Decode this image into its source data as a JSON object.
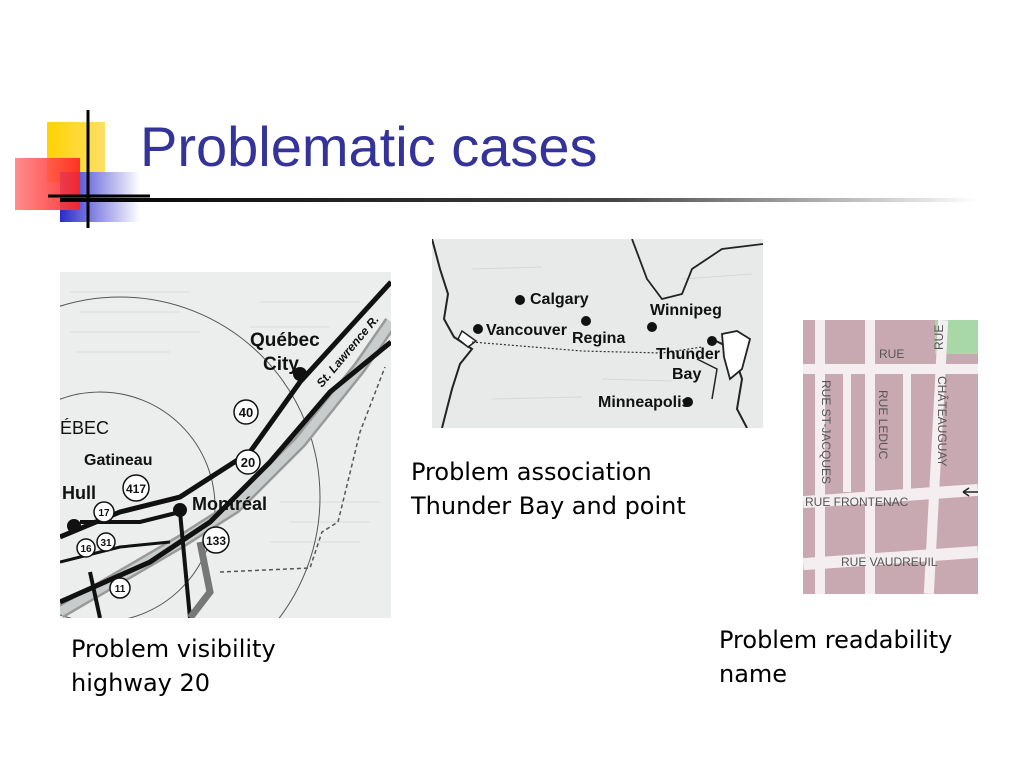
{
  "slide": {
    "title": "Problematic cases",
    "colors": {
      "title": "#333399",
      "accent_yellow": "#ffd200",
      "accent_blue": "#3333cc",
      "accent_red": "#ff3333"
    }
  },
  "maps": {
    "quebec": {
      "labels": {
        "quebec_city_1": "Québec",
        "quebec_city_2": "City",
        "river": "St. Lawrence R.",
        "province": "ÉBEC",
        "gatineau": "Gatineau",
        "hull": "Hull",
        "montreal": "Montréal",
        "hw40": "40",
        "hw20": "20",
        "hw417": "417",
        "hw17": "17",
        "hw16": "16",
        "hw31": "31",
        "hw11": "11",
        "hw133": "133"
      }
    },
    "canada": {
      "labels": {
        "calgary": "Calgary",
        "vancouver": "Vancouver",
        "regina": "Regina",
        "winnipeg": "Winnipeg",
        "thunder": "Thunder",
        "bay": "Bay",
        "minneapolis": "Minneapolis"
      }
    },
    "streets": {
      "labels": {
        "rue_top": "RUE",
        "rue_top_right": "RUE",
        "st_jacques": "RUE ST-JACQUES",
        "leduc": "RUE  LEDUC",
        "chateauguay": "CHÂTEAUGUAY",
        "frontenac": "RUE  FRONTENAC",
        "vaudreuil": "RUE  VAUDREUIL"
      }
    }
  },
  "captions": {
    "visibility": {
      "line1": "Problem visibility",
      "line2": "highway 20"
    },
    "association": {
      "line1": "Problem association",
      "line2": "Thunder Bay and point"
    },
    "readability": {
      "line1": "Problem readability",
      "line2": "name"
    }
  }
}
